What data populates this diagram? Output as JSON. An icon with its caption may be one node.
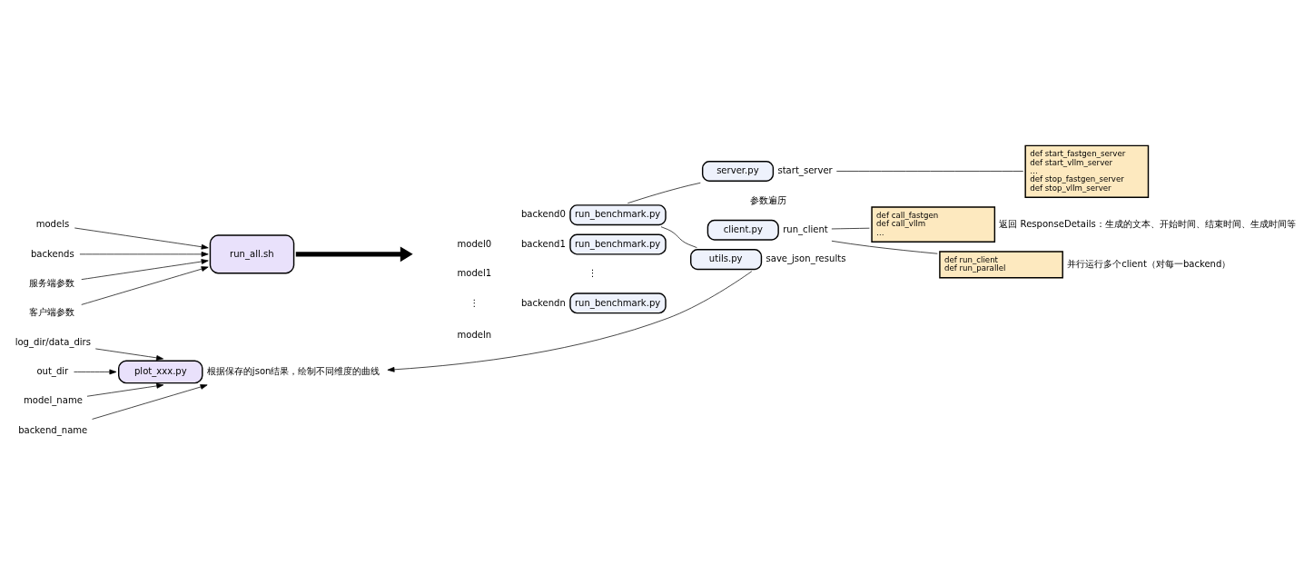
{
  "diagram": {
    "nodes": [
      {
        "text": [
          "models"
        ]
      },
      {
        "text": [
          "backends"
        ]
      },
      {
        "text": [
          "run_all.sh"
        ]
      },
      {
        "text": [
          "服务端参数"
        ]
      },
      {
        "text": [
          "客户端参数"
        ]
      },
      {
        "text": [
          "log_dir/data_dirs"
        ]
      },
      {
        "text": [
          "out_dir"
        ]
      },
      {
        "text": [
          "model_name"
        ]
      },
      {
        "text": [
          "backend_name"
        ]
      },
      {
        "text": [
          "plot_xxx.py"
        ],
        "beside": [
          "根据保存的json结果，绘制不同维度的曲线"
        ]
      },
      {
        "text": [
          "model0"
        ]
      },
      {
        "text": [
          "model1"
        ]
      },
      {
        "text": [
          "modeln"
        ]
      },
      {
        "text": [
          "run_benchmark.py"
        ],
        "beside": [
          "backend0"
        ]
      },
      {
        "text": [
          "run_benchmark.py"
        ],
        "beside": [
          "backend1"
        ]
      },
      {
        "text": [
          "run_benchmark.py"
        ],
        "beside": [
          "backendn"
        ]
      },
      {
        "text": [
          "server.py"
        ],
        "beside": [
          "start_server"
        ]
      },
      {
        "text": [
          "client.py"
        ],
        "beside": [
          "run_client"
        ]
      },
      {
        "text": [
          "utils.py"
        ],
        "beside": [
          "save_json_results"
        ]
      },
      {
        "text": [
          "def start_fastgen_server def start_vllm_server … def stop_fastgen_server def stop_vllm_server"
        ]
      },
      {
        "text": [
          "def call_fastgen def call_vllm …"
        ],
        "beside": [
          "返回 ResponseDetails：生成的文本、开始时间、结束时间、生成时间等"
        ]
      },
      {
        "text": [
          "def run_client def run_parallel"
        ],
        "beside": [
          "并行运行多个client（对每一backend）"
        ]
      }
    ],
    "edges": [
      {
        "from": 0,
        "to": 2,
        "arrow": "to"
      },
      {
        "from": 1,
        "to": 2,
        "arrow": "to"
      },
      {
        "from": 3,
        "to": 2,
        "arrow": "to"
      },
      {
        "from": 4,
        "to": 2,
        "arrow": "to"
      },
      {
        "from": 2,
        "to": null,
        "arrow": "to",
        "style": "thick"
      },
      {
        "from": 5,
        "to": 9,
        "arrow": "to"
      },
      {
        "from": 6,
        "to": 9,
        "arrow": "to"
      },
      {
        "from": 7,
        "to": 9,
        "arrow": "to"
      },
      {
        "from": 8,
        "to": 9,
        "arrow": "to"
      },
      {
        "from": 13,
        "to": 16,
        "arrow": "none"
      },
      {
        "from": 13,
        "to": 18,
        "arrow": "none"
      },
      {
        "from": 16,
        "to": 19,
        "arrow": "none"
      },
      {
        "from": 17,
        "to": 20,
        "arrow": "none"
      },
      {
        "from": 17,
        "to": 21,
        "arrow": "none"
      },
      {
        "from": 18,
        "to": 9,
        "arrow": "to"
      }
    ],
    "labels": [
      "⋮",
      "⋮",
      "参数遍历"
    ]
  }
}
